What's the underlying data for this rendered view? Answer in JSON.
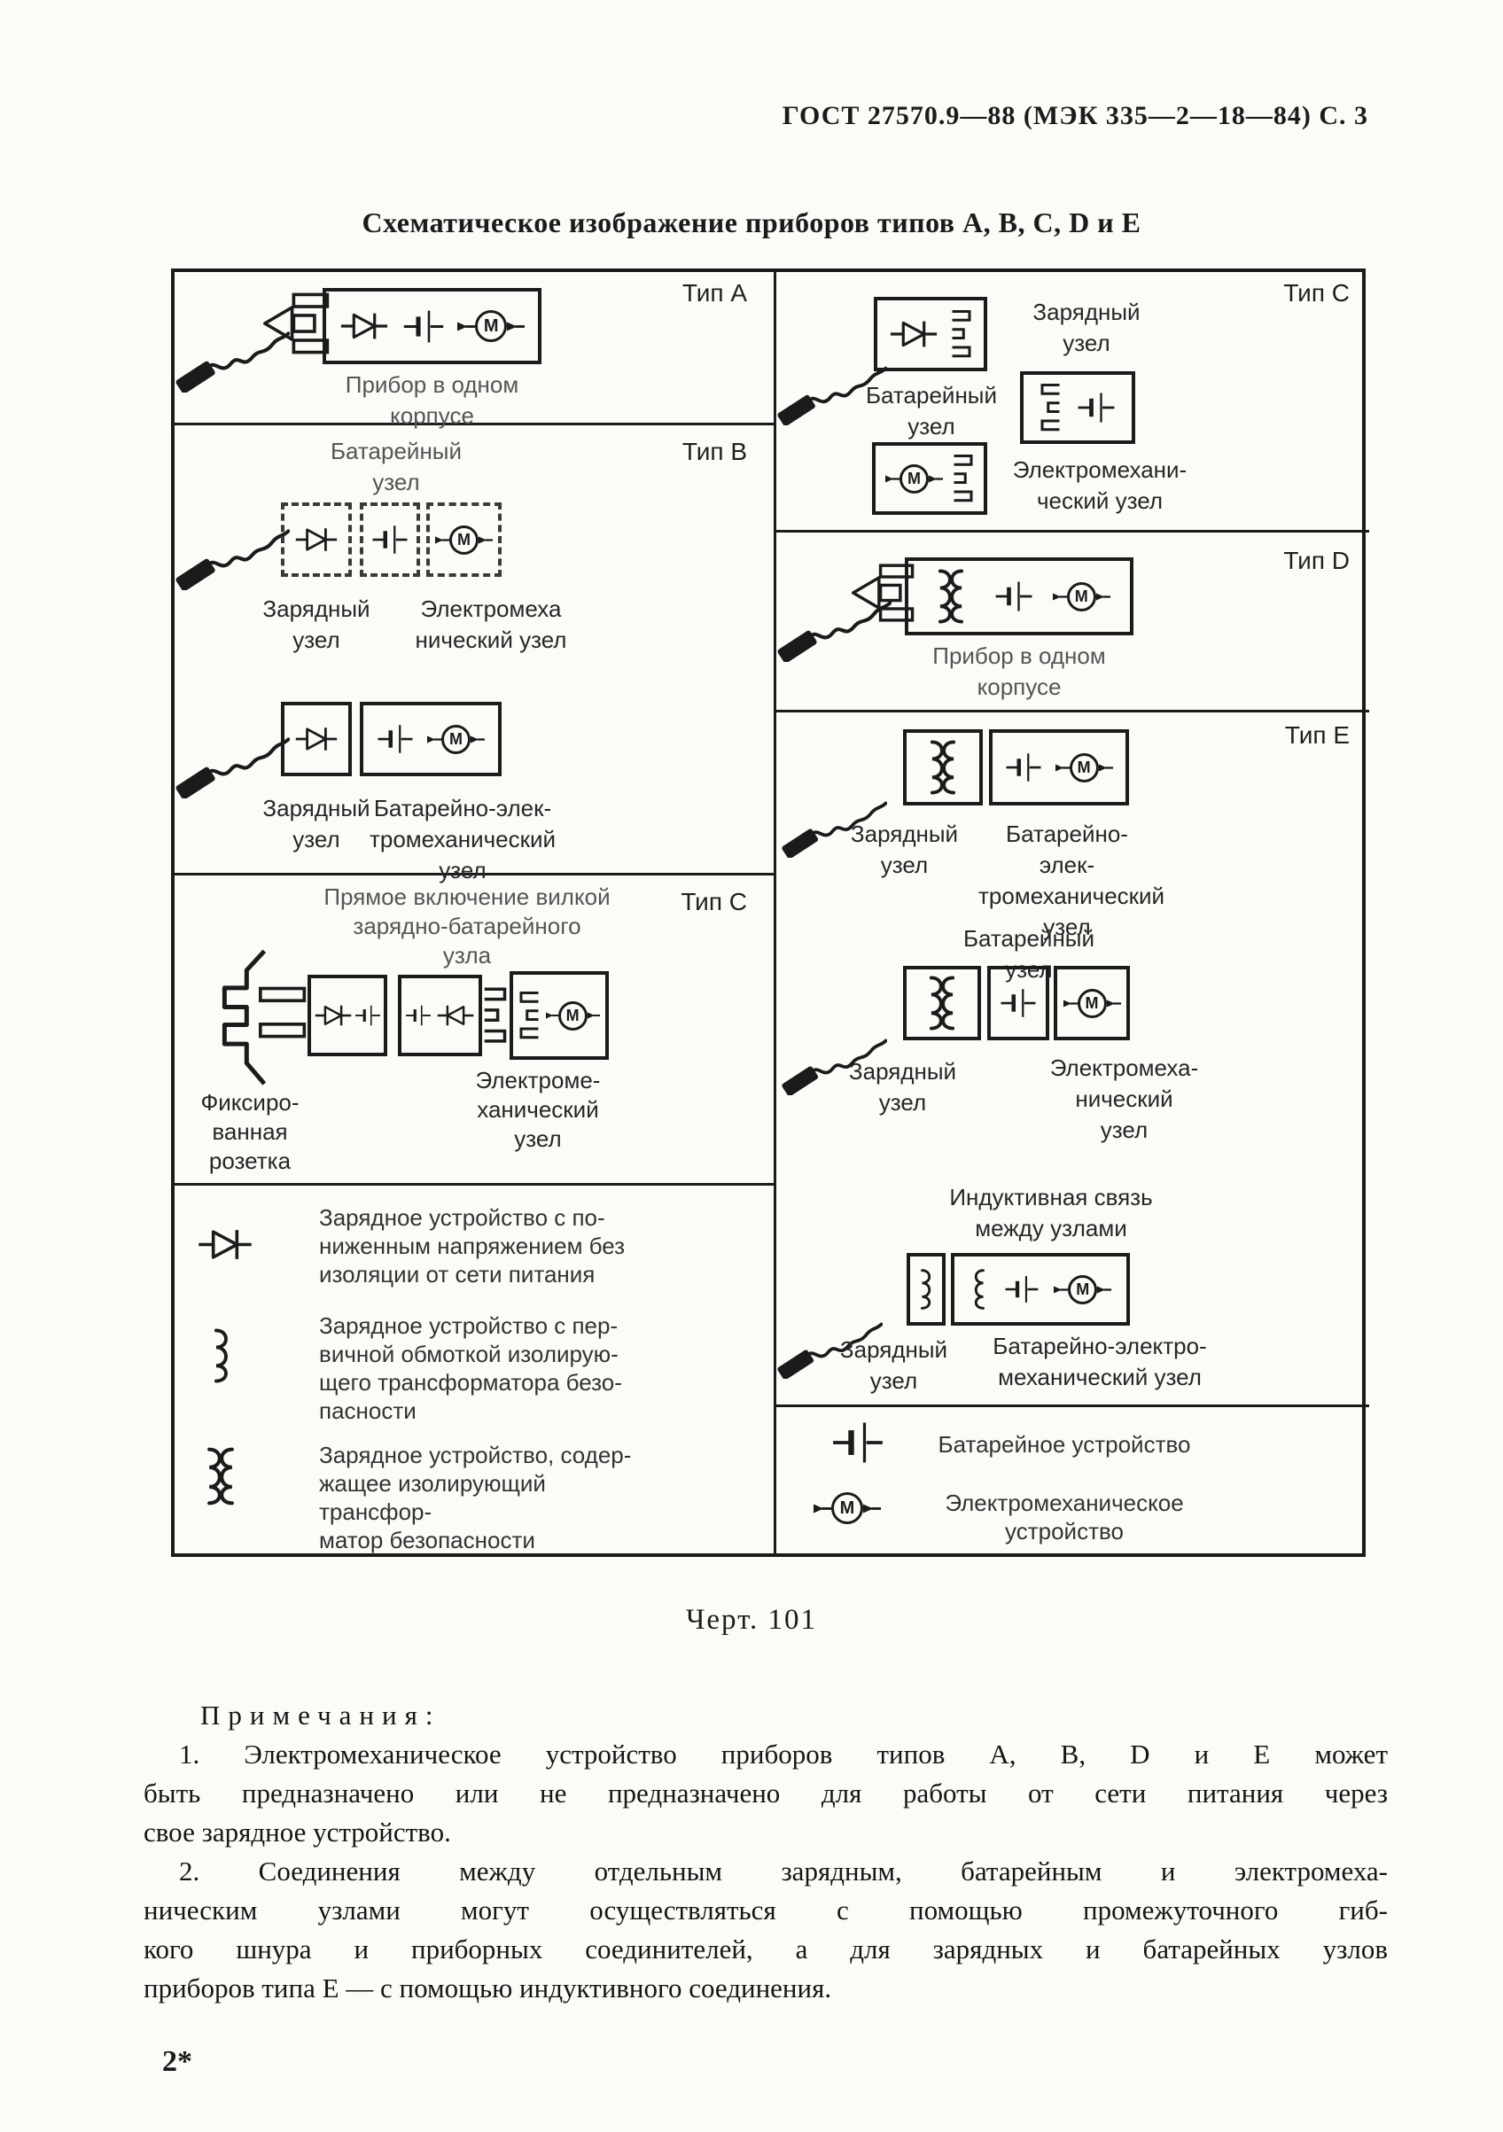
{
  "page": {
    "header": "ГОСТ 27570.9—88 (МЭК 335—2—18—84) С. 3",
    "title": "Схематическое изображение приборов типов А, В, С, D и Е",
    "figure_caption": "Черт. 101",
    "footer_mark": "2*"
  },
  "sym": {
    "motor_letter": "М"
  },
  "icons": {
    "diode": "diode-charging-icon",
    "battery": "battery-icon",
    "motor": "motor-icon",
    "coil": "primary-winding-icon",
    "transformer": "safety-transformer-icon",
    "plug_cord": "mains-plug-cord-icon",
    "inlet": "appliance-inlet-icon",
    "comb": "connector-icon",
    "prongs": "plug-pins-icon",
    "socket": "fixed-socket-icon"
  },
  "diagram": {
    "type_a": {
      "tag": "Тип А",
      "caption": [
        "Прибор в одном",
        "корпусе"
      ]
    },
    "type_b": {
      "tag": "Тип В",
      "top_caption": [
        "Батарейный",
        "узел"
      ],
      "row1_charge": [
        "Зарядный",
        "узел"
      ],
      "row1_motor": [
        "Электромеха",
        "нический узел"
      ],
      "row2_charge": [
        "Зарядный",
        "узел"
      ],
      "row2_bem": [
        "Батарейно-элек-",
        "тромеханический узел"
      ]
    },
    "type_c_left": {
      "tag": "Тип С",
      "top_caption": [
        "Прямое включение вилкой",
        "зарядно-батарейного",
        "узла"
      ],
      "socket": [
        "Фиксиро-",
        "ванная",
        "розетка"
      ],
      "motor": [
        "Электроме-",
        "ханический",
        "узел"
      ]
    },
    "legend_left": {
      "e1": [
        "Зарядное устройство с по-",
        "ниженным напряжением без",
        "изоляции от сети питания"
      ],
      "e2": [
        "Зарядное устройство с пер-",
        "вичной обмоткой изолирую-",
        "щего трансформатора безо-",
        "пасности"
      ],
      "e3": [
        "Зарядное устройство, содер-",
        "жащее изолирующий трансфор-",
        "матор безопасности"
      ]
    },
    "type_c_right": {
      "tag": "Тип С",
      "charge": [
        "Зарядный",
        "узел"
      ],
      "battery": [
        "Батарейный",
        "узел"
      ],
      "motor": [
        "Электромехани-",
        "ческий узел"
      ]
    },
    "type_d": {
      "tag": "Тип D",
      "caption": [
        "Прибор в одном",
        "корпусе"
      ]
    },
    "type_e": {
      "tag": "Тип Е",
      "r1_charge": [
        "Зарядный",
        "узел"
      ],
      "r1_bem": [
        "Батарейно-элек-",
        "тромеханический",
        "узел"
      ],
      "r2_caption": [
        "Батарейный",
        "узел"
      ],
      "r2_charge": [
        "Зарядный",
        "узел"
      ],
      "r2_motor": [
        "Электромеха-",
        "нический",
        "узел"
      ],
      "r3_caption": [
        "Индуктивная связь",
        "между узлами"
      ],
      "r3_charge": [
        "Зарядный",
        "узел"
      ],
      "r3_bem": [
        "Батарейно-электро-",
        "механический узел"
      ]
    },
    "legend_right": {
      "battery": [
        "Батарейное устройство"
      ],
      "motor": [
        "Электромеханическое",
        "устройство"
      ]
    }
  },
  "notes": {
    "heading": "Примечания:",
    "note1": [
      "1. Электромеханическое устройство приборов типов А, В, D и Е может",
      "быть предназначено или не предназначено для работы от сети питания через",
      "свое зарядное устройство."
    ],
    "note2": [
      "2. Соединения между отдельным зарядным, батарейным и электромеха-",
      "ническим узлами могут осуществляться с помощью промежуточного гиб-",
      "кого шнура и приборных соединителей, а для зарядных и батарейных узлов",
      "приборов типа Е — с помощью индуктивного соединения."
    ]
  }
}
